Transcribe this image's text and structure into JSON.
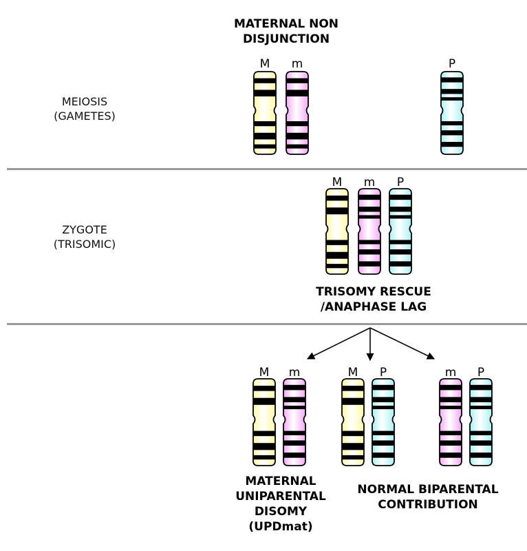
{
  "rows": {
    "meiosis": {
      "label_line1": "MEIOSIS",
      "label_line2": "(GAMETES)"
    },
    "zygote": {
      "label_line1": "ZYGOTE",
      "label_line2": "(TRISOMIC)"
    }
  },
  "titles": {
    "nondisjunction_line1": "MATERNAL NON",
    "nondisjunction_line2": "DISJUNCTION",
    "rescue_line1": "TRISOMY RESCUE",
    "rescue_line2": "/ANAPHASE LAG",
    "upd_line1": "MATERNAL",
    "upd_line2": "UNIPARENTAL",
    "upd_line3": "DISOMY",
    "upd_line4": "(UPDmat)",
    "normal_line1": "NORMAL BIPARENTAL",
    "normal_line2": "CONTRIBUTION"
  },
  "chromosome_labels": {
    "maternal_M": "M",
    "maternal_m": "m",
    "paternal": "P"
  },
  "colors": {
    "maternal_M": "#fdfaa0",
    "maternal_m": "#f6a8f6",
    "paternal": "#a8f2f2",
    "band": "#000000",
    "divider": "#9a9a9a"
  }
}
